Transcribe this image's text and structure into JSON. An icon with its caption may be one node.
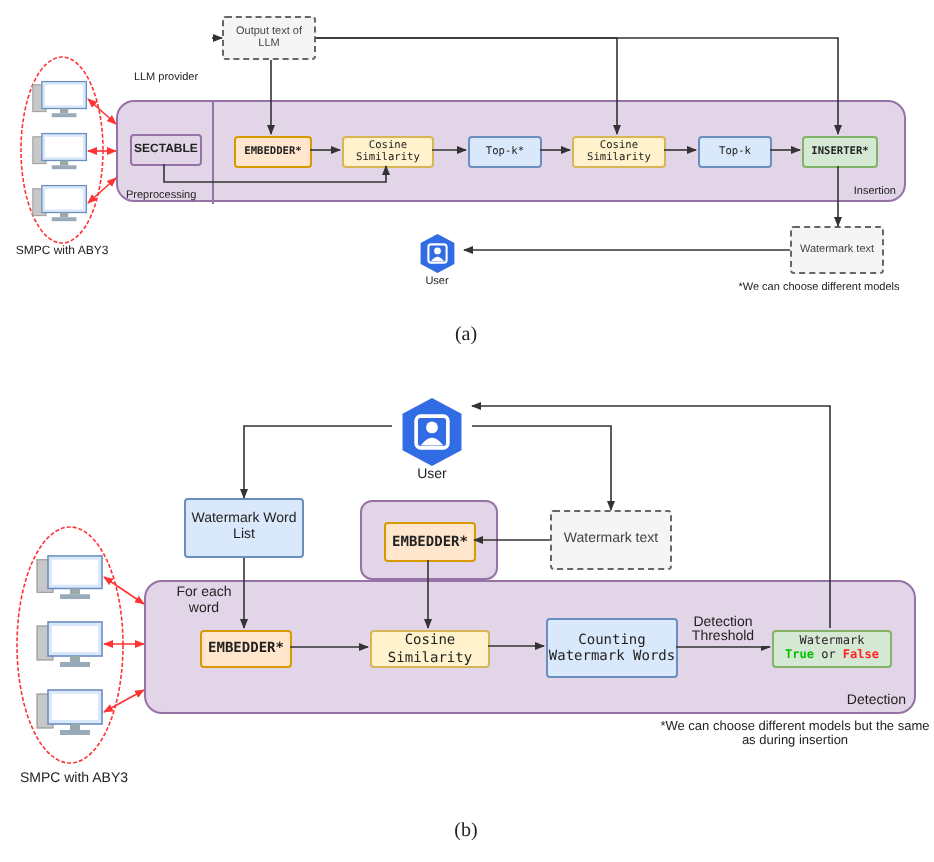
{
  "diagram": {
    "nodes": [
      {
        "text": [
          "Insertion"
        ]
      },
      {
        "text": [
          "Preprocessing"
        ],
        "in": 0
      },
      {
        "text": [
          "SECTABLE"
        ],
        "in": 1
      },
      {
        "text": [
          "LLM provider"
        ]
      },
      {
        "text": [
          "Output text of LLM"
        ]
      },
      {
        "text": [
          "EMBEDDER*"
        ],
        "in": 0
      },
      {
        "text": [
          "Cosine Similarity"
        ],
        "in": 0
      },
      {
        "text": [
          "Top-k*"
        ],
        "in": 0
      },
      {
        "text": [
          "Cosine Similarity"
        ],
        "in": 0
      },
      {
        "text": [
          "Top-k"
        ],
        "in": 0
      },
      {
        "text": [
          "INSERTER*"
        ],
        "in": 0
      },
      {
        "text": [
          "Watermark text"
        ]
      },
      {
        "text": [
          "User"
        ]
      },
      {
        "text": [],
        "shape": "ellipse",
        "beside": [
          "SMPC with ABY3"
        ]
      },
      {
        "text": [],
        "shape": "computer",
        "in": 13
      },
      {
        "text": [],
        "shape": "computer",
        "in": 13
      },
      {
        "text": [],
        "shape": "computer",
        "in": 13
      },
      {
        "text": [
          "For each word",
          "Detection"
        ]
      },
      {
        "text": [],
        "shape": "box"
      },
      {
        "text": [
          "EMBEDDER*"
        ],
        "in": 18
      },
      {
        "text": [
          "User"
        ]
      },
      {
        "text": [
          "Watermark Word List"
        ]
      },
      {
        "text": [
          "Watermark text"
        ]
      },
      {
        "text": [
          "EMBEDDER*"
        ],
        "in": 17
      },
      {
        "text": [
          "Cosine Similarity"
        ],
        "in": 17
      },
      {
        "text": [
          "Counting Watermark Words"
        ],
        "in": 17
      },
      {
        "text": [
          "Watermark",
          "**True** or **False**"
        ],
        "in": 17
      },
      {
        "text": [],
        "shape": "ellipse",
        "beside": [
          "SMPC with ABY3"
        ]
      },
      {
        "text": [],
        "shape": "computer",
        "in": 27
      },
      {
        "text": [],
        "shape": "computer",
        "in": 27
      },
      {
        "text": [],
        "shape": "computer",
        "in": 27
      }
    ],
    "edges": [
      {
        "from": 3,
        "to": 4,
        "arrow": "to"
      },
      {
        "from": 4,
        "to": 5,
        "arrow": "to"
      },
      {
        "from": 4,
        "to": 8,
        "arrow": "to"
      },
      {
        "from": 4,
        "to": 10,
        "arrow": "to"
      },
      {
        "from": 2,
        "to": 6,
        "arrow": "to"
      },
      {
        "from": 5,
        "to": 6,
        "arrow": "to"
      },
      {
        "from": 6,
        "to": 7,
        "arrow": "to"
      },
      {
        "from": 7,
        "to": 8,
        "arrow": "to"
      },
      {
        "from": 8,
        "to": 9,
        "arrow": "to"
      },
      {
        "from": 9,
        "to": 10,
        "arrow": "to"
      },
      {
        "from": 10,
        "to": 11,
        "arrow": "to"
      },
      {
        "from": 11,
        "to": 12,
        "arrow": "to"
      },
      {
        "from": 14,
        "to": 0,
        "arrow": "both",
        "color": "#ff3333"
      },
      {
        "from": 15,
        "to": 0,
        "arrow": "both",
        "color": "#ff3333"
      },
      {
        "from": 16,
        "to": 0,
        "arrow": "both",
        "color": "#ff3333"
      },
      {
        "from": 20,
        "to": 21,
        "arrow": "to"
      },
      {
        "from": 20,
        "to": 22,
        "arrow": "to"
      },
      {
        "from": 26,
        "to": 20,
        "arrow": "to"
      },
      {
        "from": 22,
        "to": 19,
        "arrow": "to"
      },
      {
        "from": 19,
        "to": 24,
        "arrow": "to"
      },
      {
        "from": 21,
        "to": 23,
        "arrow": "to"
      },
      {
        "from": 23,
        "to": 24,
        "arrow": "to"
      },
      {
        "from": 24,
        "to": 25,
        "arrow": "to"
      },
      {
        "from": 25,
        "to": 26,
        "arrow": "to",
        "label": "Detection Threshold"
      },
      {
        "from": 28,
        "to": 17,
        "arrow": "both",
        "color": "#ff3333"
      },
      {
        "from": 29,
        "to": 17,
        "arrow": "both",
        "color": "#ff3333"
      },
      {
        "from": 30,
        "to": 17,
        "arrow": "both",
        "color": "#ff3333"
      }
    ],
    "labels": [
      "*We can choose different models",
      "(a)",
      "*We can choose different models but the same as during insertion",
      "(b)"
    ]
  }
}
